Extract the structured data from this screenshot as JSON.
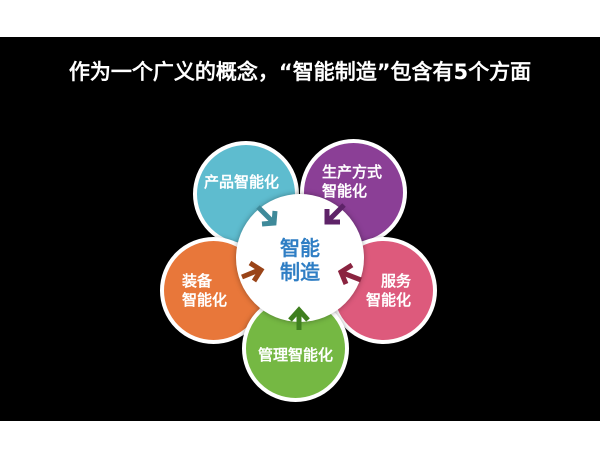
{
  "slide": {
    "title": "作为一个广义的概念，“智能制造”包含有5个方面",
    "background_color": "#000000"
  },
  "diagram": {
    "center": {
      "line1": "智能",
      "line2": "制造",
      "color": "#2f7ec4"
    },
    "petals": [
      {
        "id": "product",
        "line1": "产品智能化",
        "line2": "",
        "color": "#5ebccf",
        "arrow_color": "#3f8a9a"
      },
      {
        "id": "production",
        "line1": "生产方式",
        "line2": "智能化",
        "color": "#8b3f96",
        "arrow_color": "#5e2368"
      },
      {
        "id": "equipment",
        "line1": "装备",
        "line2": "智能化",
        "color": "#e8773a",
        "arrow_color": "#9a4418"
      },
      {
        "id": "service",
        "line1": "服务",
        "line2": "智能化",
        "color": "#dd5a7c",
        "arrow_color": "#8a2440"
      },
      {
        "id": "management",
        "line1": "管理智能化",
        "line2": "",
        "color": "#75b843",
        "arrow_color": "#3f7f1f"
      }
    ]
  }
}
